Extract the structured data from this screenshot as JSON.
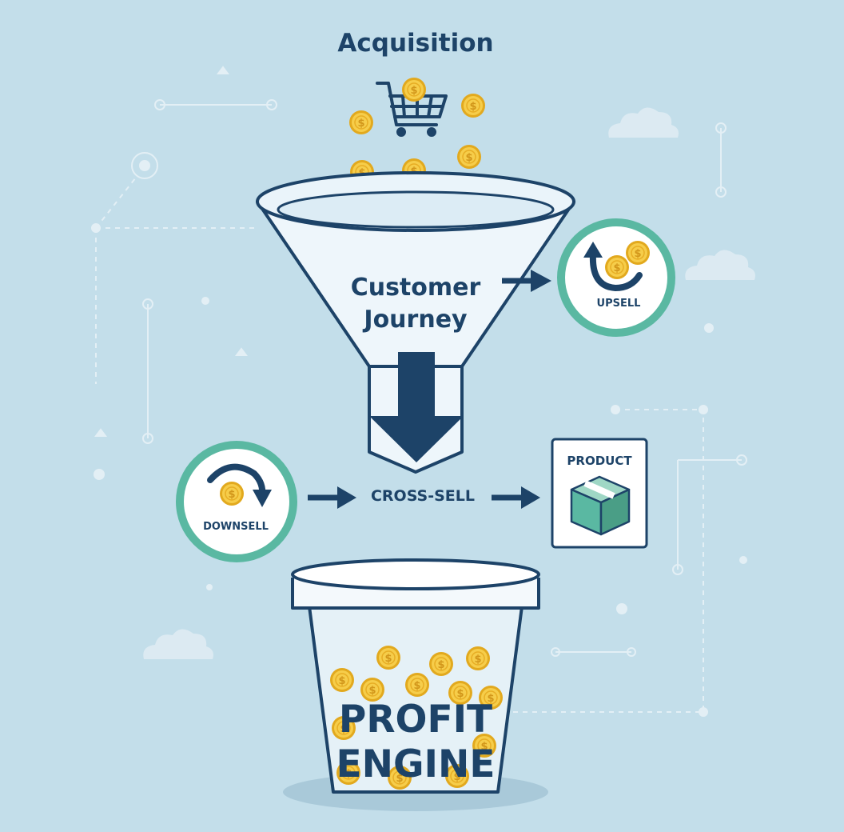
{
  "funnel": {
    "acquisition_title": "Acquisition",
    "journey_title": [
      "Customer",
      "Journey"
    ]
  },
  "branches": {
    "upsell": "UPSELL",
    "downsell": "DOWNSELL",
    "cross_sell": "CROSS-SELL",
    "product": "PRODUCT"
  },
  "profit_engine": {
    "title": [
      "PROFIT",
      "ENGINE"
    ]
  },
  "colors": {
    "navy": "#1d4368",
    "teal": "#5ab8a2",
    "gold": "#f3c53d",
    "background": "#c3deea",
    "box_green": "#4fa58c"
  },
  "icons": [
    "shopping-cart-icon",
    "dollar-coin-icon",
    "curved-arrow-icon",
    "product-box-icon",
    "cloud-icon"
  ]
}
